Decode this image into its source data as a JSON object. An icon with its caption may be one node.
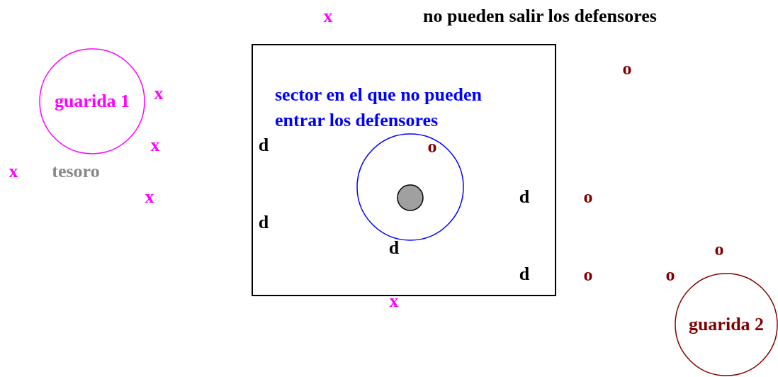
{
  "diagram": {
    "nodes": [
      {
        "text": [
          "guarida 1"
        ]
      },
      {
        "text": [],
        "shape": "box"
      },
      {
        "text": [
          "sector en el que no pueden entrar los defensores"
        ],
        "in": 1
      },
      {
        "text": [],
        "shape": "circle",
        "in": 2
      },
      {
        "text": [
          "guarida 2"
        ]
      }
    ],
    "labels": [
      "x",
      "no pueden salir los defensores",
      "o",
      "x",
      "x",
      "d",
      "o",
      "x",
      "tesoro",
      "x",
      "d",
      "o",
      "d",
      "d",
      "o",
      "d",
      "o",
      "o",
      "x"
    ]
  }
}
